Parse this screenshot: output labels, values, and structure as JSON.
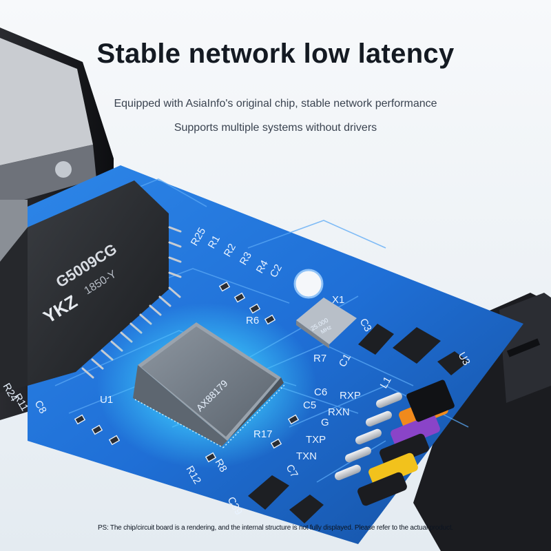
{
  "headline": "Stable network low latency",
  "subline_1": "Equipped with AsiaInfo's original chip, stable network performance",
  "subline_2": "Supports multiple systems without drivers",
  "footnote": "PS: The chip/circuit board is a rendering, and the internal structure is not fully displayed. Please refer to the actual product.",
  "chip_marking": "AX88179",
  "transformer_marking": {
    "logo": "YKZ",
    "model": "G5009CG",
    "code": "1850-Y"
  },
  "crystal_marking": {
    "frequency": "25.000",
    "unit": "MHz"
  },
  "silkscreen": {
    "R25": "R25",
    "R1": "R1",
    "R2": "R2",
    "R3": "R3",
    "R4": "R4",
    "C2": "C2",
    "X1": "X1",
    "R6": "R6",
    "R7": "R7",
    "C3": "C3",
    "C1": "C1",
    "L1": "L1",
    "U3": "U3",
    "C6": "C6",
    "RXP": "RXP",
    "RXN": "RXN",
    "C5": "C5",
    "G": "G",
    "TXP": "TXP",
    "TXN": "TXN",
    "R17": "R17",
    "R8": "R8",
    "R12": "R12",
    "C39": "C39",
    "C7": "C7",
    "U1": "U1",
    "C8": "C8",
    "R11": "R11",
    "R24": "R24"
  },
  "colors": {
    "pcb_blue": "#1f6fd6",
    "pcb_light": "#4a9cf2",
    "chip_glow": "#3fd0ff",
    "housing": "#141418",
    "wire_orange": "#f08a1c",
    "wire_purple": "#8a44c8",
    "wire_yellow": "#f2c21c"
  }
}
